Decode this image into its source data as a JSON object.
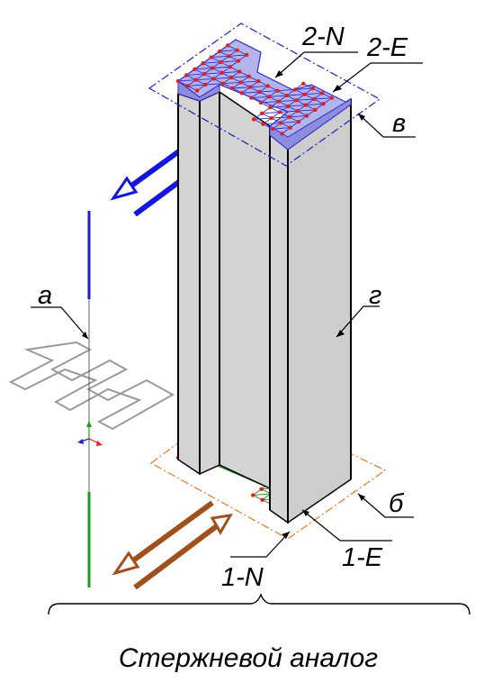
{
  "caption": "Стержневой аналог",
  "labels": {
    "a": "а",
    "b": "б",
    "v": "в",
    "g": "г",
    "one_n": "1-N",
    "one_e": "1-E",
    "two_n": "2-N",
    "two_e": "2-E"
  },
  "colors": {
    "column_fill": "#d3d3d3",
    "top_mesh": "#3030c8",
    "top_mesh_fill": "#b4b4ec",
    "bottom_mesh": "#1a8a1a",
    "bottom_mesh_fill": "#cfe9cf",
    "node": "#e02020",
    "top_plane": "#2020c0",
    "bottom_plane": "#e07a20",
    "arrow_top": "#1515e0",
    "arrow_bottom": "#a0501a",
    "rod_top": "#1a1ad0",
    "rod_bottom": "#1a9a1a",
    "section_outline": "#9a9a9a"
  }
}
